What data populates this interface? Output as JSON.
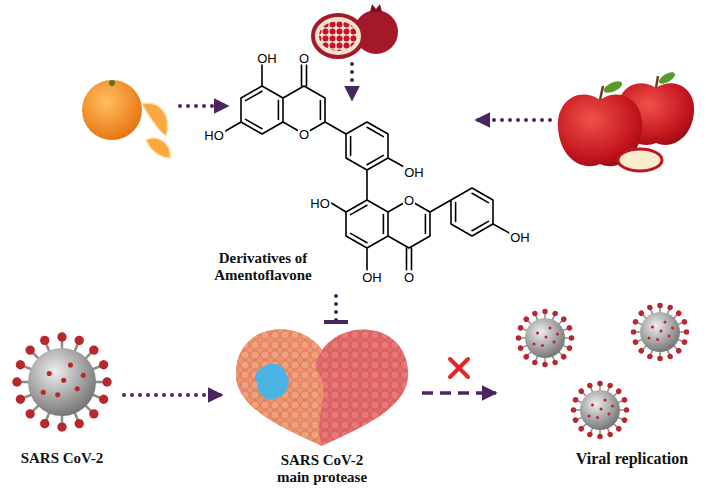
{
  "diagram": {
    "nodes": [
      {
        "text": [
          "Derivatives of Amentoflavone"
        ]
      },
      {
        "text": [
          "SARS CoV-2"
        ]
      },
      {
        "text": [
          "SARS CoV-2 main protease"
        ]
      },
      {
        "text": [
          "Viral replication"
        ]
      }
    ],
    "edges": [
      {
        "from": 0,
        "to": 2,
        "arrow": "to"
      },
      {
        "from": 1,
        "to": 2,
        "arrow": "to"
      },
      {
        "from": 2,
        "to": 3,
        "arrow": "to"
      }
    ],
    "labels": [
      "OH",
      "O",
      "HO",
      "O",
      "OH",
      "HO",
      "O",
      "OH",
      "O",
      "OH"
    ]
  }
}
